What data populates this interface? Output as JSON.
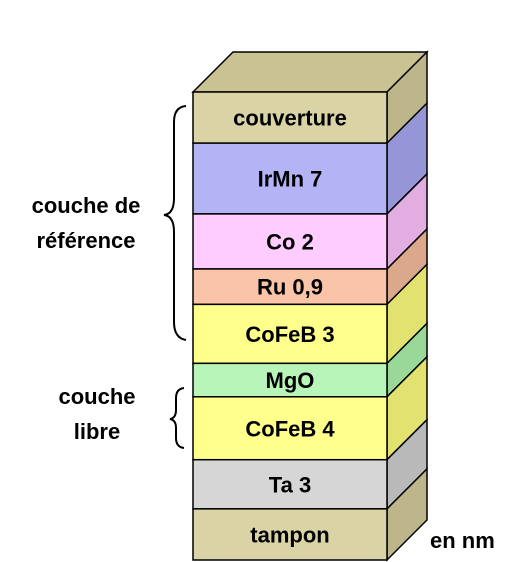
{
  "figure": {
    "layers": [
      {
        "label": "couverture",
        "color": "#d9d3a6",
        "side_color": "#bdb68a",
        "thickness": 1.3
      },
      {
        "label": "IrMn 7",
        "color": "#b3b3f5",
        "side_color": "#9595d8",
        "thickness": 1.8
      },
      {
        "label": "Co 2",
        "color": "#ffccff",
        "side_color": "#e2aee2",
        "thickness": 1.4
      },
      {
        "label": "Ru 0,9",
        "color": "#f9c4a8",
        "side_color": "#dba88c",
        "thickness": 0.9
      },
      {
        "label": "CoFeB 3",
        "color": "#ffff8c",
        "side_color": "#e2e270",
        "thickness": 1.5
      },
      {
        "label": "MgO",
        "color": "#b8f5b8",
        "side_color": "#99d899",
        "thickness": 0.85
      },
      {
        "label": "CoFeB 4",
        "color": "#ffff8c",
        "side_color": "#e2e270",
        "thickness": 1.6
      },
      {
        "label": "Ta 3",
        "color": "#d6d6d6",
        "side_color": "#b9b9b9",
        "thickness": 1.25
      },
      {
        "label": "tampon",
        "color": "#d9d3a6",
        "side_color": "#bdb68a",
        "thickness": 1.3
      }
    ],
    "top_face_color": "#c9c394",
    "group_labels": {
      "reference": [
        "couche de",
        "référence"
      ],
      "free": [
        "couche",
        "libre"
      ]
    },
    "unit_label": "en nm"
  }
}
